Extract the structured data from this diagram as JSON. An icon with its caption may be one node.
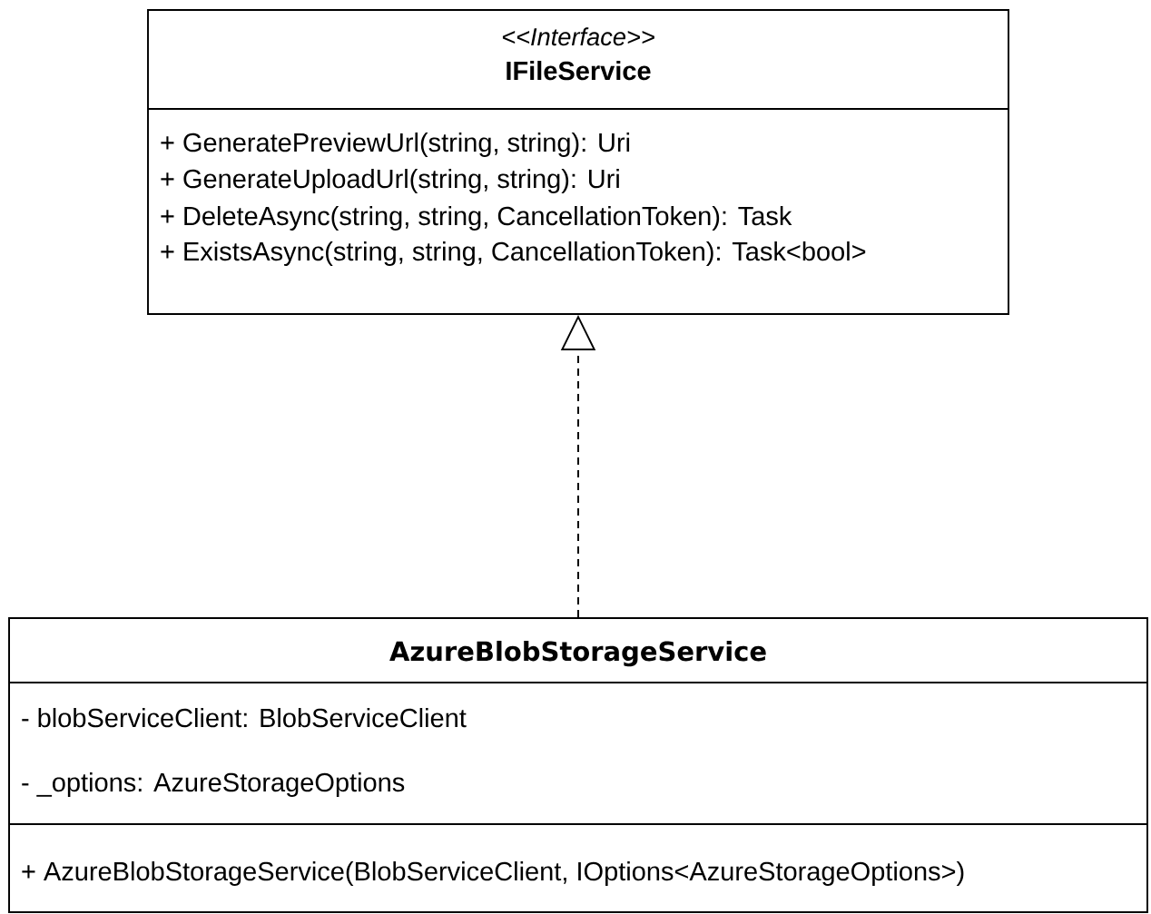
{
  "diagram": {
    "nodes": [
      {
        "text": [
          "<<Interface>>",
          "IFileService",
          "+ GeneratePreviewUrl(string, string): Uri",
          "+ GenerateUploadUrl(string, string): Uri",
          "+ DeleteAsync(string, string, CancellationToken): Task",
          "+ ExistsAsync(string, string, CancellationToken): Task<bool>"
        ]
      },
      {
        "text": [
          "AzureBlobStorageService",
          "- blobServiceClient: BlobServiceClient",
          "- _options: AzureStorageOptions",
          "+ AzureBlobStorageService(BlobServiceClient, IOptions<AzureStorageOptions>)"
        ]
      }
    ],
    "edges": [
      {
        "from": 1,
        "to": 0,
        "arrow": "to",
        "style": "dashed"
      }
    ]
  }
}
